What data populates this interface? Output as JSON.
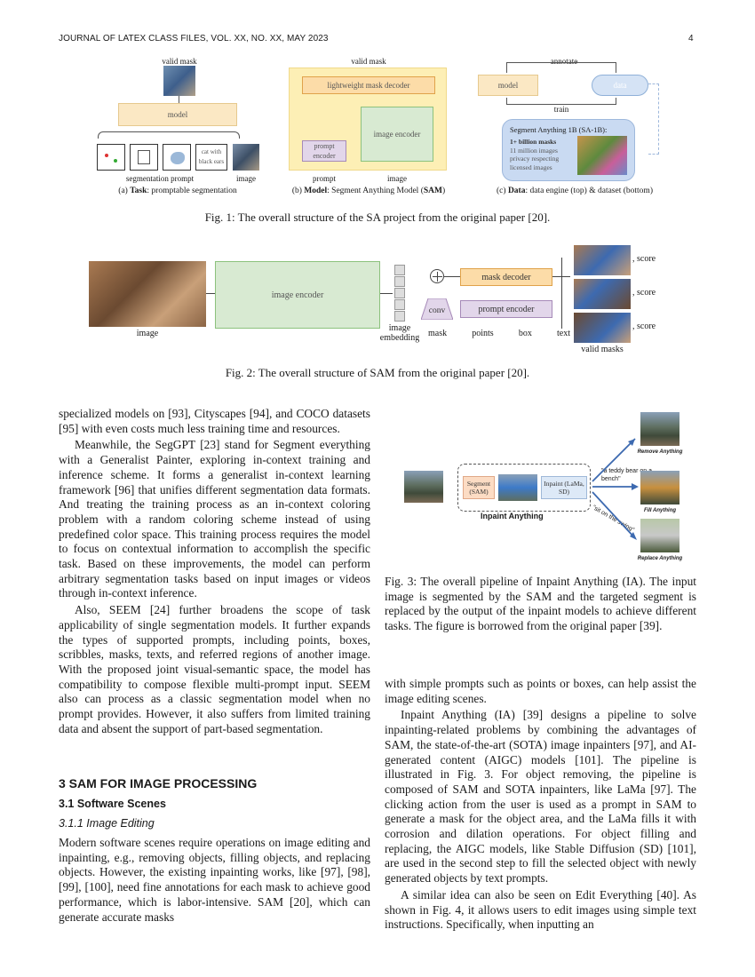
{
  "header": {
    "journal": "JOURNAL OF LATEX CLASS FILES, VOL. XX, NO. XX, MAY 2023",
    "page_number": "4"
  },
  "fig1": {
    "a": {
      "valid_mask": "valid mask",
      "model": "model",
      "cat_text": "cat with black ears",
      "seg_prompt": "segmentation prompt",
      "image": "image",
      "label_prefix": "(a) ",
      "label_bold": "Task",
      "label_rest": ": promptable segmentation"
    },
    "b": {
      "valid_mask": "valid mask",
      "decoder": "lightweight mask decoder",
      "image_encoder": "image encoder",
      "prompt_encoder": "prompt encoder",
      "prompt": "prompt",
      "image": "image",
      "label_prefix": "(b) ",
      "label_bold": "Model",
      "label_rest": ": Segment Anything Model (",
      "label_bold2": "SAM",
      "label_end": ")"
    },
    "c": {
      "annotate": "annotate",
      "model": "model",
      "data": "data",
      "train": "train",
      "dataset_title": "Segment Anything 1B (SA-1B):",
      "bullets": [
        "1+ billion masks",
        "11 million images",
        "privacy respecting",
        "licensed images"
      ],
      "label_prefix": "(c) ",
      "label_bold": "Data",
      "label_rest": ": data engine (top) & dataset (bottom)"
    },
    "caption": "Fig. 1: The overall structure of the SA project from the original paper [20]."
  },
  "fig2": {
    "image": "image",
    "image_encoder": "image encoder",
    "image_embedding": "image embedding",
    "mask_decoder": "mask decoder",
    "prompt_encoder": "prompt encoder",
    "conv": "conv",
    "inputs": [
      "mask",
      "points",
      "box",
      "text"
    ],
    "score": ", score",
    "valid_masks": "valid masks",
    "caption": "Fig. 2: The overall structure of SAM from the original paper [20]."
  },
  "fig3": {
    "segment": "Segment (SAM)",
    "inpaint": "Inpaint (LaMa, SD)",
    "inpaint_anything": "Inpaint Anything",
    "teddy": "\"a teddy bear on a bench\"",
    "sit": "\"sit on the swing\"",
    "remove": "Remove Anything",
    "fill": "Fill Anything",
    "replace": "Replace Anything",
    "caption": "Fig. 3: The overall pipeline of Inpaint Anything (IA). The input image is segmented by the SAM and the targeted segment is replaced by the output of the inpaint models to achieve different tasks. The figure is borrowed from the original paper [39]."
  },
  "left_col": {
    "p1": "specialized models on [93], Cityscapes [94], and COCO datasets [95] with even costs much less training time and resources.",
    "p2": "Meanwhile, the SegGPT [23] stand for Segment everything with a Generalist Painter, exploring in-context training and inference scheme. It forms a generalist in-context learning framework [96] that unifies different segmentation data formats. And treating the training process as an in-context coloring problem with a random coloring scheme instead of using predefined color space. This training process requires the model to focus on contextual information to accomplish the specific task. Based on these improvements, the model can perform arbitrary segmentation tasks based on input images or videos through in-context inference.",
    "p3": "Also, SEEM [24] further broadens the scope of task applicability of single segmentation models. It further expands the types of supported prompts, including points, boxes, scribbles, masks, texts, and referred regions of another image. With the proposed joint visual-semantic space, the model has compatibility to compose flexible multi-prompt input. SEEM also can process as a classic segmentation model when no prompt provides. However, it also suffers from limited training data and absent the support of part-based segmentation.",
    "sec3": "3   SAM FOR IMAGE PROCESSING",
    "sec31": "3.1   Software Scenes",
    "sec311": "3.1.1   Image Editing",
    "p4": "Modern software scenes require operations on image editing and inpainting, e.g., removing objects, filling objects, and replacing objects. However, the existing inpainting works, like [97], [98], [99], [100], need fine annotations for each mask to achieve good performance, which is labor-intensive. SAM [20], which can generate accurate masks"
  },
  "right_col": {
    "p1": "with simple prompts such as points or boxes, can help assist the image editing scenes.",
    "p2": "Inpaint Anything (IA) [39] designs a pipeline to solve inpainting-related problems by combining the advantages of SAM, the state-of-the-art (SOTA) image inpainters [97], and AI-generated content (AIGC) models [101]. The pipeline is illustrated in Fig. 3. For object removing, the pipeline is composed of SAM and SOTA inpainters, like LaMa [97]. The clicking action from the user is used as a prompt in SAM to generate a mask for the object area, and the LaMa fills it with corrosion and dilation operations. For object filling and replacing, the AIGC models, like Stable Diffusion (SD) [101], are used in the second step to fill the selected object with newly generated objects by text prompts.",
    "p3": "A similar idea can also be seen on Edit Everything [40]. As shown in Fig. 4, it allows users to edit images using simple text instructions. Specifically, when inputting an"
  }
}
